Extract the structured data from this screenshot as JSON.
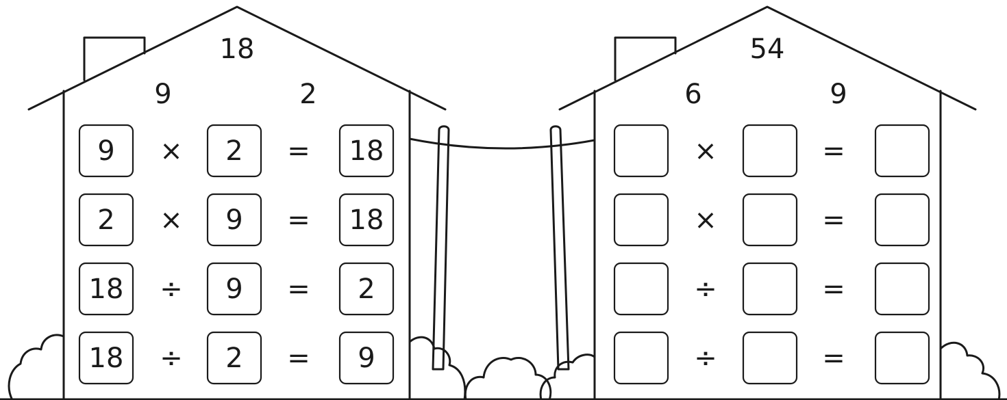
{
  "houses": [
    {
      "roof_product": "18",
      "factors": [
        "9",
        "2"
      ],
      "rows": [
        {
          "a": "9",
          "op": "×",
          "b": "2",
          "eq": "=",
          "c": "18"
        },
        {
          "a": "2",
          "op": "×",
          "b": "9",
          "eq": "=",
          "c": "18"
        },
        {
          "a": "18",
          "op": "÷",
          "b": "9",
          "eq": "=",
          "c": "2"
        },
        {
          "a": "18",
          "op": "÷",
          "b": "2",
          "eq": "=",
          "c": "9"
        }
      ]
    },
    {
      "roof_product": "54",
      "factors": [
        "6",
        "9"
      ],
      "rows": [
        {
          "a": "",
          "op": "×",
          "b": "",
          "eq": "=",
          "c": ""
        },
        {
          "a": "",
          "op": "×",
          "b": "",
          "eq": "=",
          "c": ""
        },
        {
          "a": "",
          "op": "÷",
          "b": "",
          "eq": "=",
          "c": ""
        },
        {
          "a": "",
          "op": "÷",
          "b": "",
          "eq": "=",
          "c": ""
        }
      ]
    }
  ]
}
